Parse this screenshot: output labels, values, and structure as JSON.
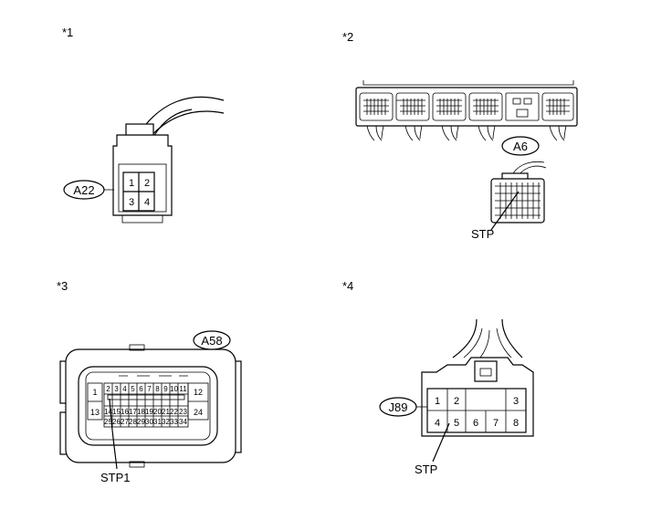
{
  "panels": [
    {
      "id": "p1",
      "mark": "*1",
      "connector": "A22",
      "pins": [
        "1",
        "2",
        "3",
        "4"
      ]
    },
    {
      "id": "p2",
      "mark": "*2",
      "connector": "A6",
      "pointer": "STP"
    },
    {
      "id": "p3",
      "mark": "*3",
      "connector": "A58",
      "pointer": "STP1",
      "pins_left": [
        "1",
        "13"
      ],
      "pins_right": [
        "12",
        "24"
      ],
      "pins_row1": [
        "2",
        "3",
        "4",
        "5",
        "6",
        "7",
        "8",
        "9",
        "10",
        "11"
      ],
      "pins_row2": [
        "14",
        "15",
        "16",
        "17",
        "18",
        "19",
        "20",
        "21",
        "22",
        "23"
      ],
      "pins_row3": [
        "25",
        "26",
        "27",
        "28",
        "29",
        "30",
        "31",
        "32",
        "33",
        "34"
      ]
    },
    {
      "id": "p4",
      "mark": "*4",
      "connector": "J89",
      "pointer": "STP",
      "pins_row1": [
        "1",
        "2",
        "3"
      ],
      "pins_row2": [
        "4",
        "5",
        "6",
        "7",
        "8"
      ]
    }
  ]
}
